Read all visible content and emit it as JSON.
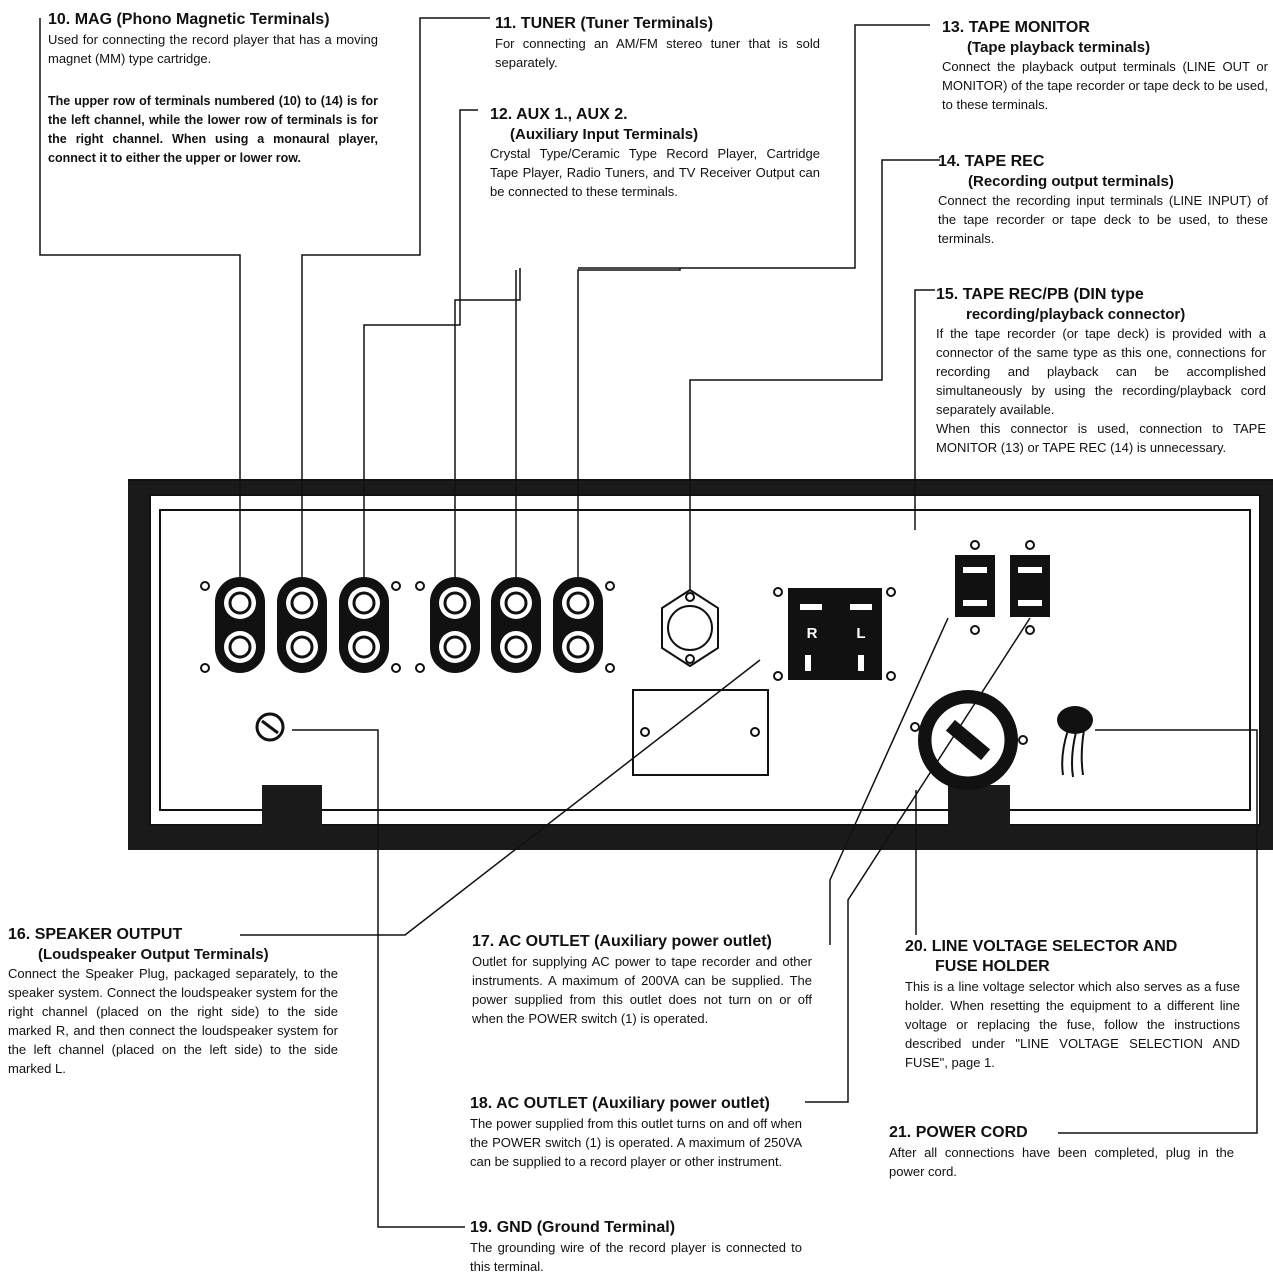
{
  "callouts": {
    "mag": {
      "title": "10. MAG (Phono Magnetic Terminals)",
      "body": "Used for connecting the record player that has a moving magnet (MM) type cartridge.",
      "note": "The upper row of terminals numbered (10) to (14) is for the left channel, while the lower row of terminals is for the right channel. When using a monaural player, connect it to either the upper or lower row."
    },
    "tuner": {
      "title": "11. TUNER (Tuner Terminals)",
      "body": "For connecting an AM/FM stereo tuner that is sold separately."
    },
    "aux": {
      "title": "12. AUX 1., AUX 2.",
      "subtitle": "(Auxiliary Input Terminals)",
      "body": "Crystal Type/Ceramic Type Record Player, Cartridge Tape Player, Radio Tuners, and TV Receiver Output can be connected to these terminals."
    },
    "tape_monitor": {
      "title": "13. TAPE MONITOR",
      "subtitle": "(Tape playback terminals)",
      "body": "Connect the playback output terminals (LINE OUT or MONITOR) of the tape recorder or tape deck to be used, to these terminals."
    },
    "tape_rec": {
      "title": "14. TAPE REC",
      "subtitle": "(Recording output terminals)",
      "body": "Connect the recording input terminals (LINE INPUT) of the tape recorder or tape deck to be used, to these terminals."
    },
    "tape_rec_pb": {
      "title": "15. TAPE REC/PB (DIN type",
      "subtitle": "recording/playback connector)",
      "body": "If the tape recorder (or tape deck) is provided with a connector of the same type as this one, connections for recording and playback can be accomplished simultaneously by using the recording/playback cord separately available.",
      "body2": "When this connector is used, connection to TAPE MONITOR (13) or TAPE REC (14) is unnecessary."
    },
    "speaker": {
      "title": "16. SPEAKER OUTPUT",
      "subtitle": "(Loudspeaker Output Terminals)",
      "body": "Connect the Speaker Plug, packaged separately, to the speaker system. Connect the loudspeaker system for the right channel (placed on the right side) to the side marked R, and then connect the loudspeaker system for the left channel (placed on the left side) to the side marked L."
    },
    "ac17": {
      "title": "17. AC OUTLET (Auxiliary power outlet)",
      "body": "Outlet for supplying AC power to tape recorder and other instruments. A maximum of 200VA can be supplied. The power supplied from this outlet does not turn on or off when the POWER switch (1) is operated."
    },
    "ac18": {
      "title": "18. AC OUTLET (Auxiliary power outlet)",
      "body": "The power supplied from this outlet turns on and off when the POWER switch (1) is operated. A maximum of 250VA can be supplied to a record player or other instrument."
    },
    "gnd": {
      "title": "19. GND (Ground Terminal)",
      "body": "The grounding wire of the record player is connected to this terminal."
    },
    "voltage": {
      "title": "20. LINE VOLTAGE SELECTOR AND",
      "subtitle": "FUSE HOLDER",
      "body": "This is a line voltage selector which also serves as a fuse holder. When resetting the equipment to a different line voltage or replacing the fuse, follow the instructions described under \"LINE VOLTAGE SELECTION AND FUSE\", page 1."
    },
    "cord": {
      "title": "21. POWER CORD",
      "body": "After all connections have been completed, plug in the power cord."
    }
  },
  "panel": {
    "speaker_right_label": "R",
    "speaker_left_label": "L"
  },
  "colors": {
    "ink": "#111111",
    "panel": "#ffffff",
    "frame": "#1a1a1a"
  }
}
